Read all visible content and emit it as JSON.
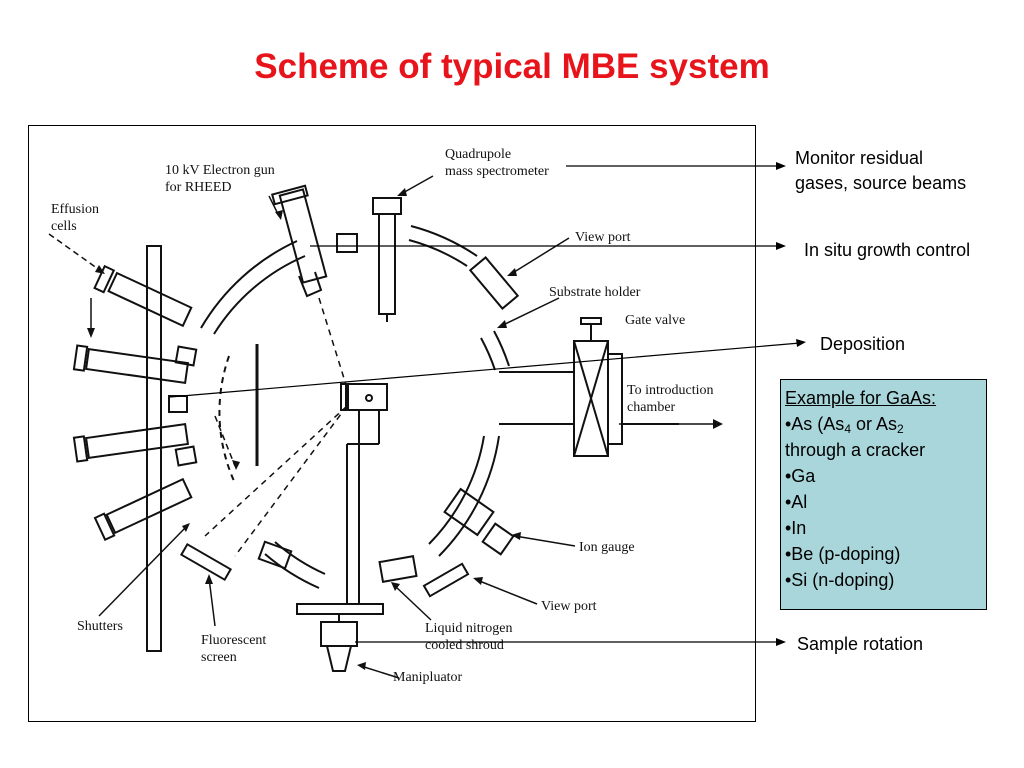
{
  "title": "Scheme of typical MBE system",
  "title_color": "#e8141b",
  "box_color": "#a9d6da",
  "diagram": {
    "labels": {
      "electron_gun": [
        "10 kV Electron gun",
        "for RHEED"
      ],
      "effusion_cells": [
        "Effusion",
        "cells"
      ],
      "quadrupole": [
        "Quadrupole",
        "mass spectrometer"
      ],
      "view_port_top": "View port",
      "substrate_holder": "Substrate holder",
      "gate_valve": "Gate valve",
      "introduction_chamber": [
        "To introduction",
        "chamber"
      ],
      "ion_gauge": "Ion gauge",
      "view_port_bottom": "View port",
      "liquid_nitrogen": [
        "Liquid nitrogen",
        "cooled shroud"
      ],
      "manipulator": "Manipluator",
      "shutters": "Shutters",
      "fluorescent_screen": [
        "Fluorescent",
        "screen"
      ]
    }
  },
  "annotations": {
    "monitor": [
      "Monitor residual",
      "gases, source beams"
    ],
    "in_situ": "In situ growth control",
    "deposition": "Deposition",
    "sample_rotation": "Sample rotation"
  },
  "example": {
    "heading": "Example for GaAs:",
    "as_line": {
      "a": "•As (As",
      "sub1": "4",
      "b": " or As",
      "sub2": "2"
    },
    "cracker": "through a cracker",
    "items": [
      "•Ga",
      "•Al",
      "•In",
      "•Be (p-doping)",
      "•Si (n-doping)"
    ]
  }
}
